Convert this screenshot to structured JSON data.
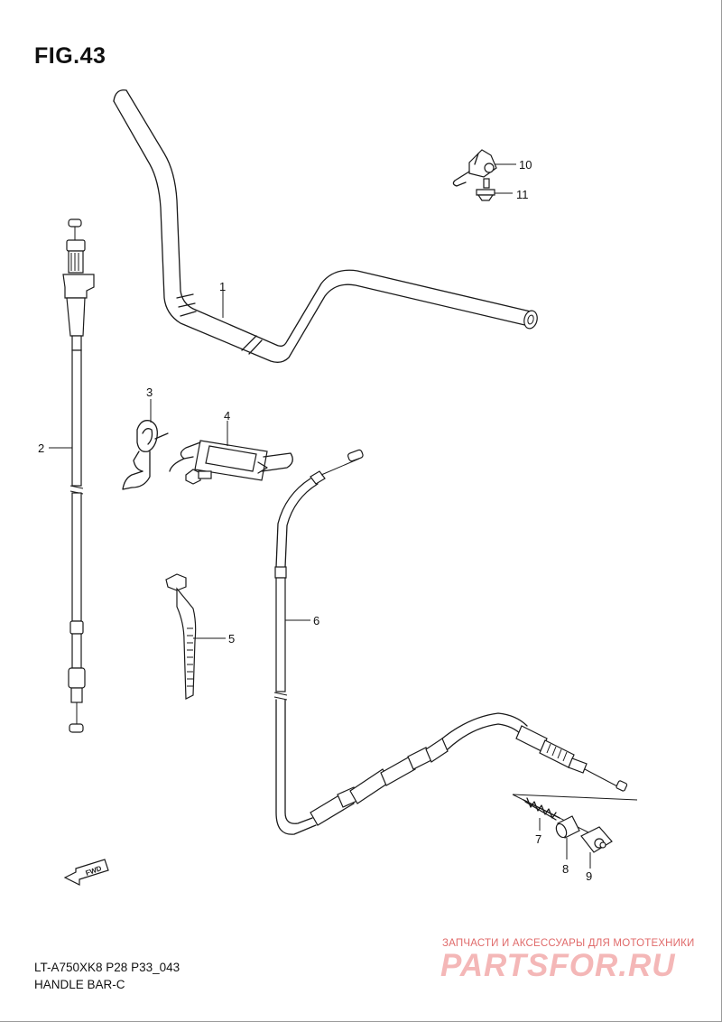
{
  "figure": {
    "title": "FIG.43"
  },
  "callouts": [
    {
      "id": "1",
      "text": "1"
    },
    {
      "id": "2",
      "text": "2"
    },
    {
      "id": "3",
      "text": "3"
    },
    {
      "id": "4",
      "text": "4"
    },
    {
      "id": "5",
      "text": "5"
    },
    {
      "id": "6",
      "text": "6"
    },
    {
      "id": "7",
      "text": "7"
    },
    {
      "id": "8",
      "text": "8"
    },
    {
      "id": "9",
      "text": "9"
    },
    {
      "id": "10",
      "text": "10"
    },
    {
      "id": "11",
      "text": "11"
    }
  ],
  "fwd_label": "FWD",
  "footer": {
    "model_code": "LT-A750XK8 P28 P33_043",
    "diagram_name": "HANDLE BAR-C"
  },
  "watermark": {
    "caption": "ЗАПЧАСТИ И АКСЕССУАРЫ ДЛЯ МОТОТЕХНИКИ",
    "logo": "PARTSFOR.RU"
  },
  "colors": {
    "line": "#1a1a1a",
    "watermark": "#f4b7b7",
    "watermark_caption": "#e06a6a"
  }
}
